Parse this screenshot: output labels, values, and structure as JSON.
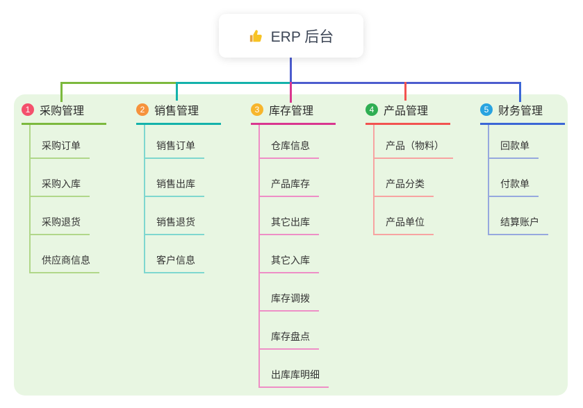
{
  "root": {
    "label": "ERP 后台",
    "icon": "thumbs-up-icon"
  },
  "branches": [
    {
      "index": "1",
      "label": "采购管理",
      "badge_color": "#f4506c",
      "line_color": "#7cb93e",
      "sub_line_color": "#b0d789",
      "items": [
        "采购订单",
        "采购入库",
        "采购退货",
        "供应商信息"
      ]
    },
    {
      "index": "2",
      "label": "销售管理",
      "badge_color": "#f6923c",
      "line_color": "#14b2ab",
      "sub_line_color": "#7ed7cf",
      "items": [
        "销售订单",
        "销售出库",
        "销售退货",
        "客户信息"
      ]
    },
    {
      "index": "3",
      "label": "库存管理",
      "badge_color": "#f7b52c",
      "line_color": "#d9368f",
      "sub_line_color": "#ee8ec6",
      "items": [
        "仓库信息",
        "产品库存",
        "其它出库",
        "其它入库",
        "库存调拨",
        "库存盘点",
        "出库库明细"
      ]
    },
    {
      "index": "4",
      "label": "产品管理",
      "badge_color": "#2fae53",
      "line_color": "#f25350",
      "sub_line_color": "#f7a3a1",
      "items": [
        "产品（物料）",
        "产品分类",
        "产品单位"
      ]
    },
    {
      "index": "5",
      "label": "财务管理",
      "badge_color": "#28a3e0",
      "line_color": "#3b67d6",
      "sub_line_color": "#96a8de",
      "items": [
        "回款单",
        "付款单",
        "结算账户"
      ]
    }
  ],
  "colors": {
    "trunk_blue": "#4c5cce",
    "panel_bg": "#e8f6e2",
    "root_text": "#3d4656",
    "title_text": "#2b2b2b",
    "item_text": "#333333"
  }
}
